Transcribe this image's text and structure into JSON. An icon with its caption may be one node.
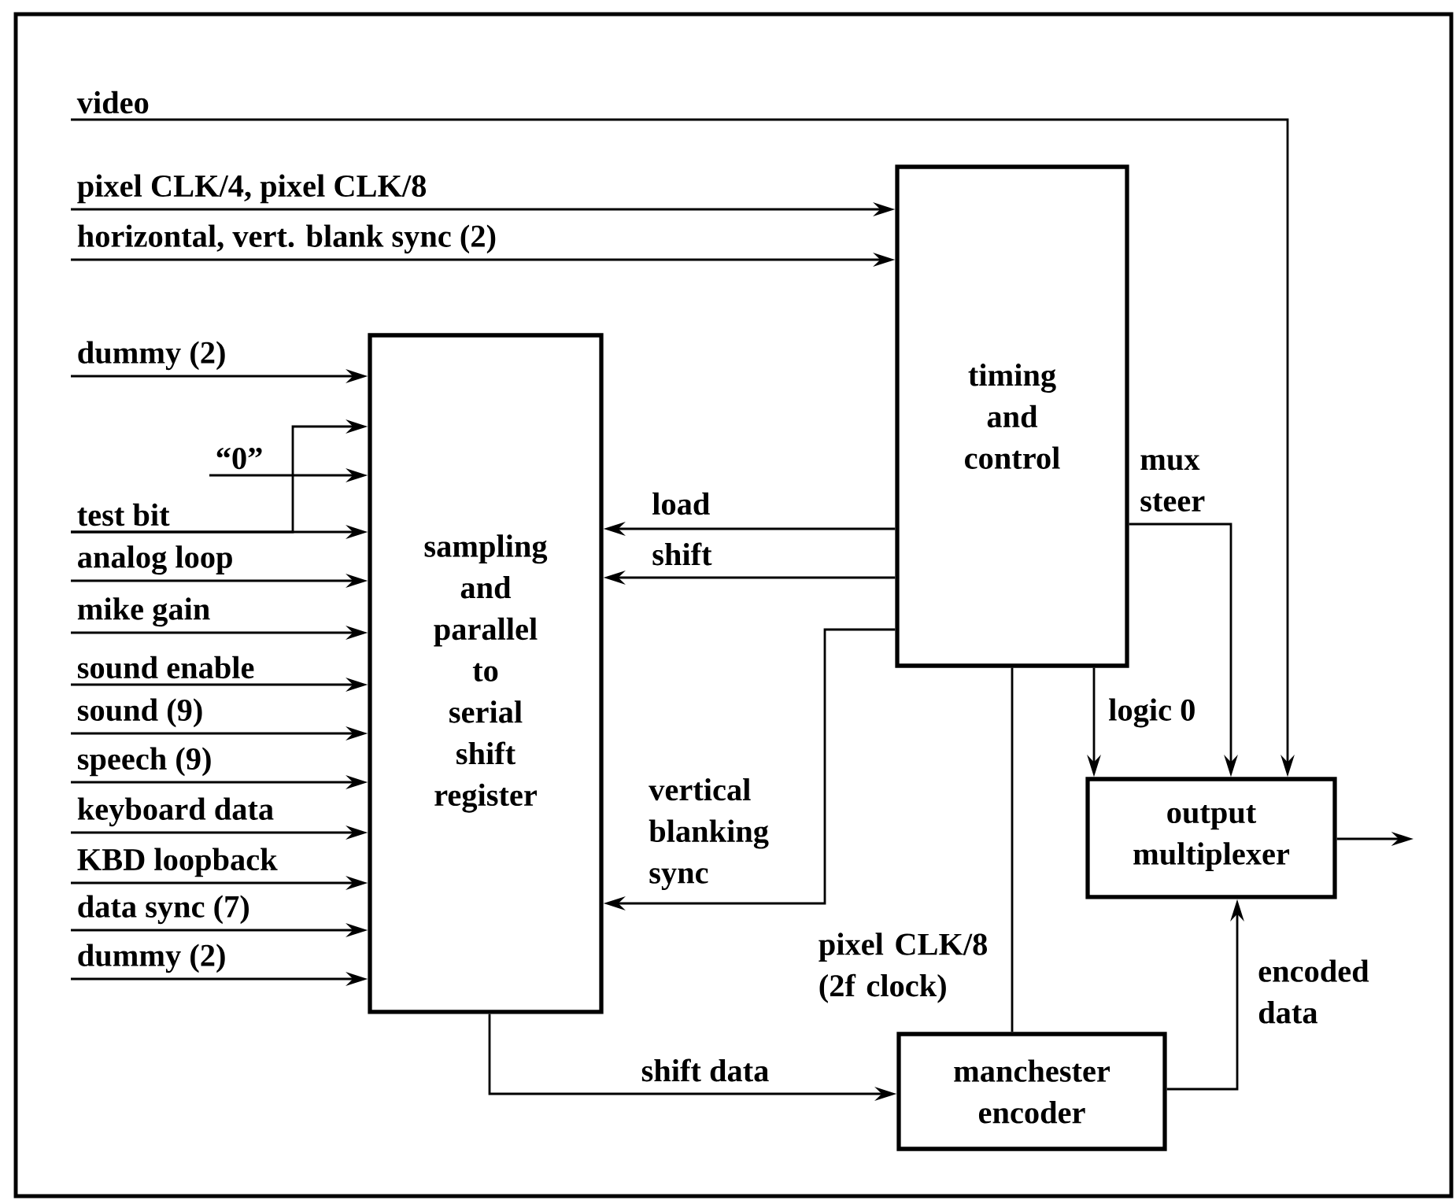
{
  "diagram": {
    "nodes": [
      {
        "text": [
          "sampling and parallel to serial shift register"
        ]
      },
      {
        "text": [
          "timing and control"
        ]
      },
      {
        "text": [
          "output multiplexer"
        ]
      },
      {
        "text": [
          "manchester encoder"
        ]
      },
      {
        "text": [
          "video"
        ]
      },
      {
        "text": [
          "pixel CLK/4, pixel CLK/8"
        ]
      },
      {
        "text": [
          "horizontal, vert. blank sync (2)"
        ]
      },
      {
        "text": [
          "dummy (2)"
        ]
      },
      {
        "text": [
          "“0”"
        ]
      },
      {
        "text": [
          "test bit"
        ]
      },
      {
        "text": [
          "analog loop"
        ]
      },
      {
        "text": [
          "mike gain"
        ]
      },
      {
        "text": [
          "sound enable"
        ]
      },
      {
        "text": [
          "sound (9)"
        ]
      },
      {
        "text": [
          "speech (9)"
        ]
      },
      {
        "text": [
          "keyboard data"
        ]
      },
      {
        "text": [
          "KBD loopback"
        ]
      },
      {
        "text": [
          "data sync (7)"
        ]
      },
      {
        "text": [
          "dummy (2)"
        ]
      }
    ],
    "edges": [
      {
        "from": 4,
        "to": 2,
        "arrow": "to"
      },
      {
        "from": 5,
        "to": 1,
        "arrow": "to"
      },
      {
        "from": 6,
        "to": 1,
        "arrow": "to"
      },
      {
        "from": 7,
        "to": 0,
        "arrow": "to"
      },
      {
        "from": 8,
        "to": 0,
        "arrow": "to"
      },
      {
        "from": 9,
        "to": 0,
        "arrow": "to"
      },
      {
        "from": 9,
        "to": 0,
        "arrow": "to"
      },
      {
        "from": 10,
        "to": 0,
        "arrow": "to"
      },
      {
        "from": 11,
        "to": 0,
        "arrow": "to"
      },
      {
        "from": 12,
        "to": 0,
        "arrow": "to"
      },
      {
        "from": 13,
        "to": 0,
        "arrow": "to"
      },
      {
        "from": 14,
        "to": 0,
        "arrow": "to"
      },
      {
        "from": 15,
        "to": 0,
        "arrow": "to"
      },
      {
        "from": 16,
        "to": 0,
        "arrow": "to"
      },
      {
        "from": 17,
        "to": 0,
        "arrow": "to"
      },
      {
        "from": 18,
        "to": 0,
        "arrow": "to"
      },
      {
        "from": 1,
        "to": 0,
        "arrow": "to",
        "label": "load"
      },
      {
        "from": 1,
        "to": 0,
        "arrow": "to",
        "label": "shift"
      },
      {
        "from": 1,
        "to": 0,
        "arrow": "to",
        "label": "vertical blanking sync"
      },
      {
        "from": 1,
        "to": 2,
        "arrow": "to",
        "label": "mux steer"
      },
      {
        "from": 1,
        "to": 2,
        "arrow": "to",
        "label": "logic 0"
      },
      {
        "from": 1,
        "to": 3,
        "arrow": "none",
        "label": "pixel CLK/8 (2f clock)"
      },
      {
        "from": 0,
        "to": 3,
        "arrow": "to",
        "label": "shift data"
      },
      {
        "from": 3,
        "to": 2,
        "arrow": "to",
        "label": "encoded data"
      },
      {
        "from": 2,
        "to": null,
        "arrow": "to"
      }
    ]
  }
}
